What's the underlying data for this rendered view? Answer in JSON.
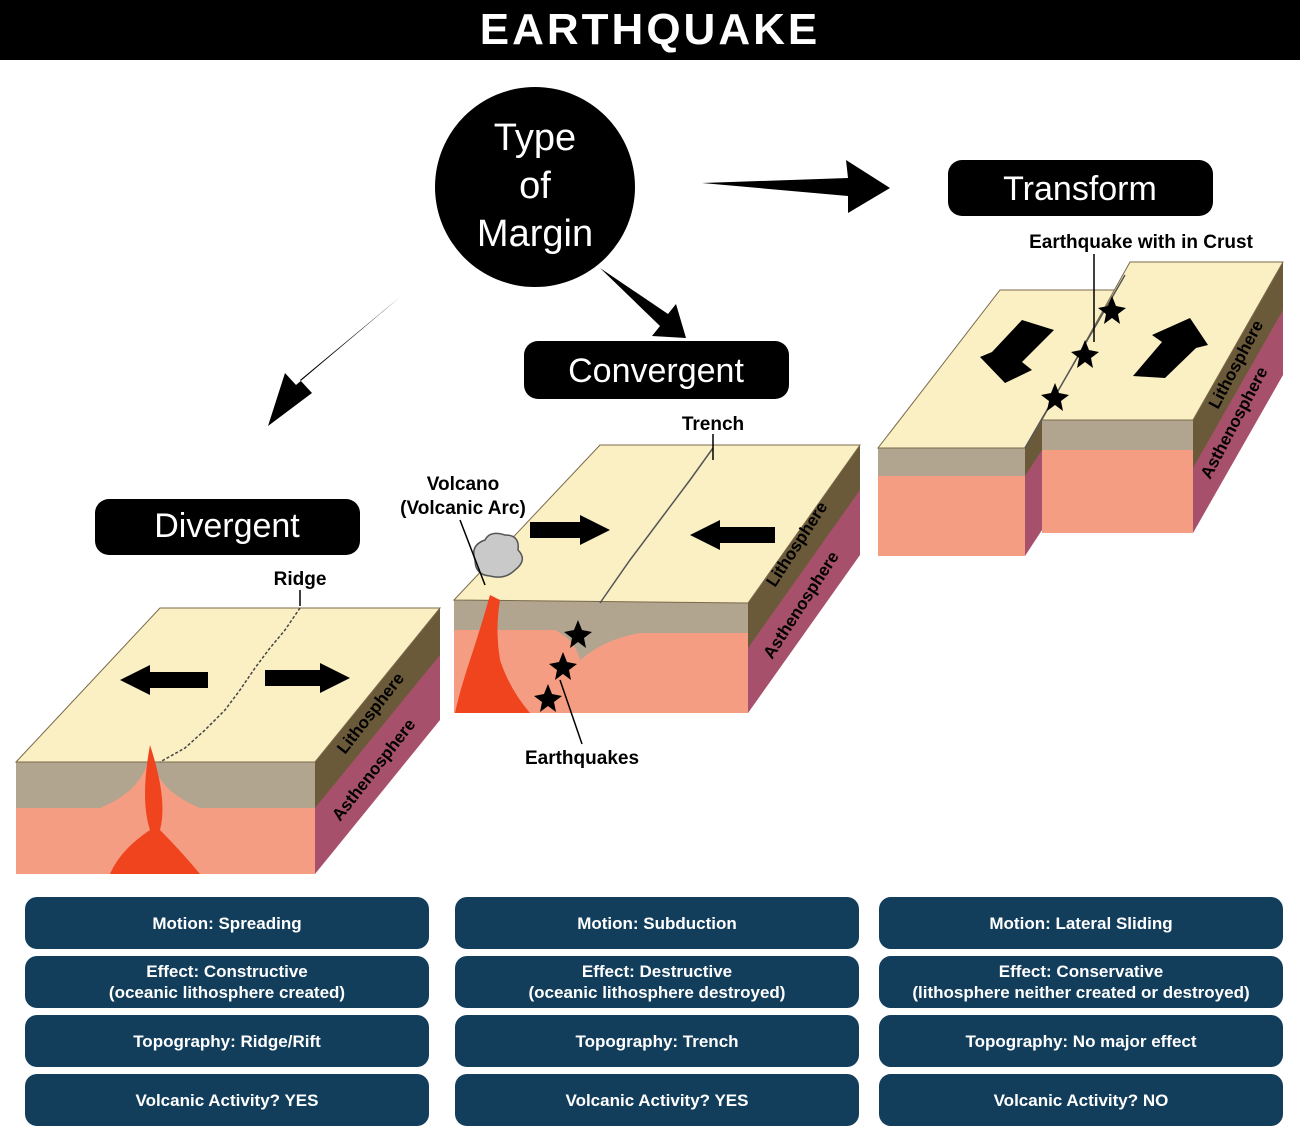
{
  "title": "EARTHQUAKE",
  "center": {
    "line1": "Type",
    "line2": "of",
    "line3": "Margin"
  },
  "types": {
    "divergent": {
      "name": "Divergent",
      "labels": {
        "ridge": "Ridge",
        "lithosphere": "Lithosphere",
        "asthenosphere": "Asthenosphere"
      },
      "motion": "Motion: Spreading",
      "effect_line1": "Effect: Constructive",
      "effect_line2": "(oceanic lithosphere created)",
      "topography": "Topography: Ridge/Rift",
      "volcanic": "Volcanic Activity? YES"
    },
    "convergent": {
      "name": "Convergent",
      "labels": {
        "trench": "Trench",
        "volcano_line1": "Volcano",
        "volcano_line2": "(Volcanic Arc)",
        "earthquakes": "Earthquakes",
        "lithosphere": "Lithosphere",
        "asthenosphere": "Asthenosphere"
      },
      "motion": "Motion: Subduction",
      "effect_line1": "Effect: Destructive",
      "effect_line2": "(oceanic lithosphere destroyed)",
      "topography": "Topography: Trench",
      "volcanic": "Volcanic Activity? YES"
    },
    "transform": {
      "name": "Transform",
      "labels": {
        "earthquake": "Earthquake with in Crust",
        "lithosphere": "Lithosphere",
        "asthenosphere": "Asthenosphere"
      },
      "motion": "Motion: Lateral Sliding",
      "effect_line1": "Effect: Conservative",
      "effect_line2": "(lithosphere neither created or destroyed)",
      "topography": "Topography: No major effect",
      "volcanic": "Volcanic Activity? NO"
    }
  },
  "colors": {
    "crust_top": "#faf0c4",
    "lithosphere_brown": "#6b5a3a",
    "crust_band": "#b2a58f",
    "mantle": "#f59d82",
    "asthenosphere_side": "#a7506b",
    "magma": "#f0441e",
    "panel_blue": "#123e5c"
  }
}
